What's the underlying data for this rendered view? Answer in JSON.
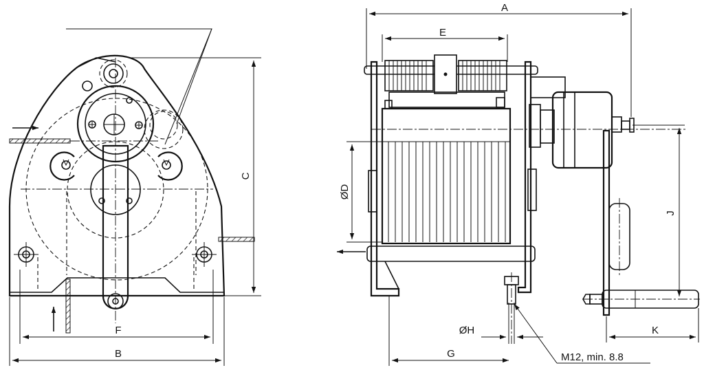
{
  "dimensions": {
    "A": "A",
    "B": "B",
    "C": "C",
    "D": "ØD",
    "E": "E",
    "F": "F",
    "G": "G",
    "H": "ØH",
    "J": "J",
    "K": "K"
  },
  "note": "M12, min. 8.8"
}
